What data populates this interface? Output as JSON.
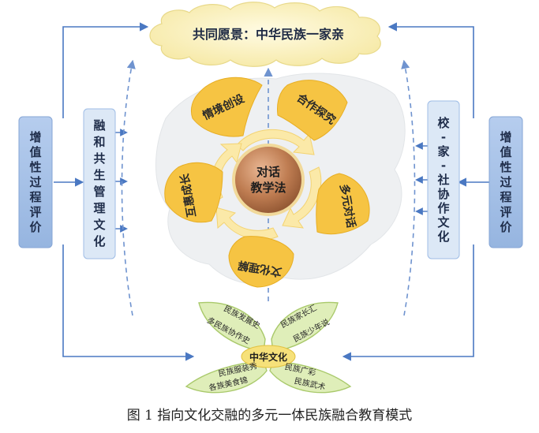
{
  "vision": "共同愿景：中华民族一家亲",
  "center": [
    "对话",
    "教学法"
  ],
  "petals": [
    "情境创设",
    "合作探究",
    "多元对话",
    "文化理解",
    "互惠成长"
  ],
  "left_outer": "增值性过程评价",
  "left_inner": "融和共生管理文化",
  "right_outer": "增值性过程评价",
  "right_inner": [
    "校",
    "-",
    "家",
    "-",
    "社",
    "协",
    "作",
    "文",
    "化"
  ],
  "leaves": {
    "top_left": [
      "民族发展史",
      "多民族协作史"
    ],
    "top_right": [
      "民族家长汇",
      "民族少年说"
    ],
    "bottom_left": [
      "民族服装秀",
      "各族美食锦"
    ],
    "bottom_right": [
      "民族广彩",
      "民族武术"
    ],
    "center": "中华文化"
  },
  "caption": "图 1 指向文化交融的多元一体民族融合教育模式",
  "colors": {
    "petal": "#f6c443",
    "center": "#b9774a",
    "arrow": "#fbe9a8",
    "panel_blue": "#a8c3e8",
    "panel_light": "#dce8f6",
    "line": "#4a78c2",
    "leaf": "#dfeeb9",
    "cloud": "#fbf3c4"
  }
}
